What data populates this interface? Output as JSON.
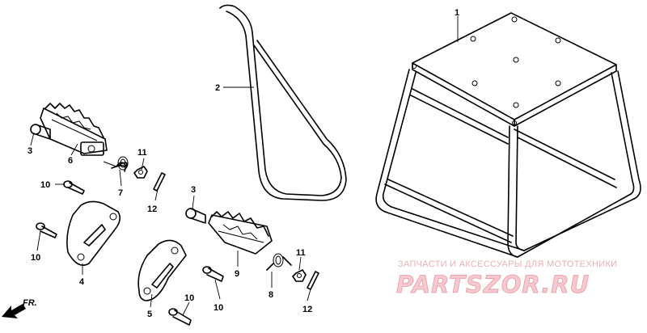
{
  "callouts": {
    "c1": "1",
    "c2": "2",
    "c3a": "3",
    "c3b": "3",
    "c4": "4",
    "c5": "5",
    "c6": "6",
    "c7": "7",
    "c8": "8",
    "c9": "9",
    "c10a": "10",
    "c10b": "10",
    "c10c": "10",
    "c10d": "10",
    "c11a": "11",
    "c11b": "11",
    "c12a": "12",
    "c12b": "12"
  },
  "direction": {
    "label": "FR."
  },
  "watermark": {
    "top_text": "ЗАПЧАСТИ И АКСЕССУАРЫ ДЛЯ МОТОТЕХНИКИ",
    "logo_text": "PARTSZOR.RU"
  }
}
